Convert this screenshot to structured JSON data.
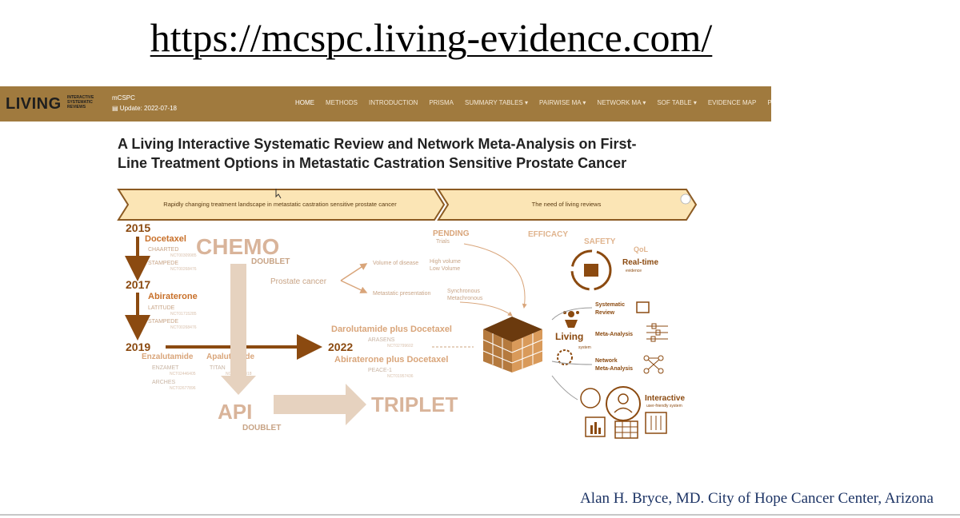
{
  "url": "https://mcspc.living-evidence.com/",
  "navbar": {
    "logo": "LIVING",
    "logo_sub": [
      "INTERACTIVE",
      "SYSTEMATIC",
      "REVIEWS"
    ],
    "brand": "mCSPC",
    "update": "Update: 2022-07-18",
    "items": [
      "HOME",
      "METHODS",
      "INTRODUCTION",
      "PRISMA",
      "SUMMARY TABLES ▾",
      "PAIRWISE MA ▾",
      "NETWORK MA ▾",
      "SOF TABLE ▾",
      "EVIDENCE MAP",
      "PU"
    ]
  },
  "title_lines": [
    "A Living Interactive Systematic Review and Network Meta-Analysis on First-",
    "Line Treatment Options in Metastatic Castration Sensitive Prostate Cancer"
  ],
  "infographic": {
    "banner_left": "Rapidly changing treatment landscape in metastatic castration sensitive prostate cancer",
    "banner_right": "The need of living reviews",
    "years": {
      "y2015": "2015",
      "y2017": "2017",
      "y2019": "2019",
      "y2022": "2022"
    },
    "drugs": {
      "docetaxel": "Docetaxel",
      "abiraterone": "Abiraterone",
      "enzalutamide": "Enzalutamide",
      "apalutamide": "Apalutamide",
      "daro_doce": "Darolutamide plus Docetaxel",
      "abi_doce": "Abiraterone plus Docetaxel"
    },
    "trials": {
      "chaarted": "CHAARTED",
      "chaarted_id": "NCT00309985",
      "stampede1": "STAMPEDE",
      "stampede1_id": "NCT00268476",
      "latitude": "LATITUDE",
      "latitude_id": "NCT01715285",
      "stampede2": "STAMPEDE",
      "stampede2_id": "NCT00268476",
      "enzamet": "ENZAMET",
      "enzamet_id": "NCT02446405",
      "arches": "ARCHES",
      "arches_id": "NCT02677896",
      "titan": "TITAN",
      "titan_id": "NCT02489318",
      "arasens": "ARASENS",
      "arasens_id": "NCT02799602",
      "peace1": "PEACE-1",
      "peace1_id": "NCT01957436"
    },
    "chemo": "CHEMO",
    "chemo_doublet": "DOUBLET",
    "api": "API",
    "api_doublet": "DOUBLET",
    "triplet": "TRIPLET",
    "prostate_cancer": "Prostate cancer",
    "volume_of_disease": "Volume of disease",
    "high_volume": "High volume",
    "low_volume": "Low  Volume",
    "metastatic_presentation": "Metastatic presentation",
    "synchronous": "Synchronous",
    "metachronous": "Metachronous",
    "pending": "PENDING",
    "trials_label": "Trials",
    "efficacy": "EFFICACY",
    "safety": "SAFETY",
    "qol": "QoL",
    "realtime": "Real-time",
    "evidence": "evidence",
    "living": "Living",
    "living_sub": "system",
    "systematic_review": [
      "Systematic",
      "Review"
    ],
    "meta_analysis": "Meta-Analysis",
    "network_ma": [
      "Network",
      "Meta-Analysis"
    ],
    "interactive": "Interactive",
    "interactive_sub": "user-friendly system"
  },
  "footer": "Alan H. Bryce, MD.  City of Hope Cancer Center, Arizona",
  "colors": {
    "navbar": "#a07a3e",
    "brown": "#8b4a10",
    "orange": "#c8702a",
    "light": "#d9b49a",
    "pale": "#e6d2bf",
    "footer_text": "#1d3465"
  }
}
